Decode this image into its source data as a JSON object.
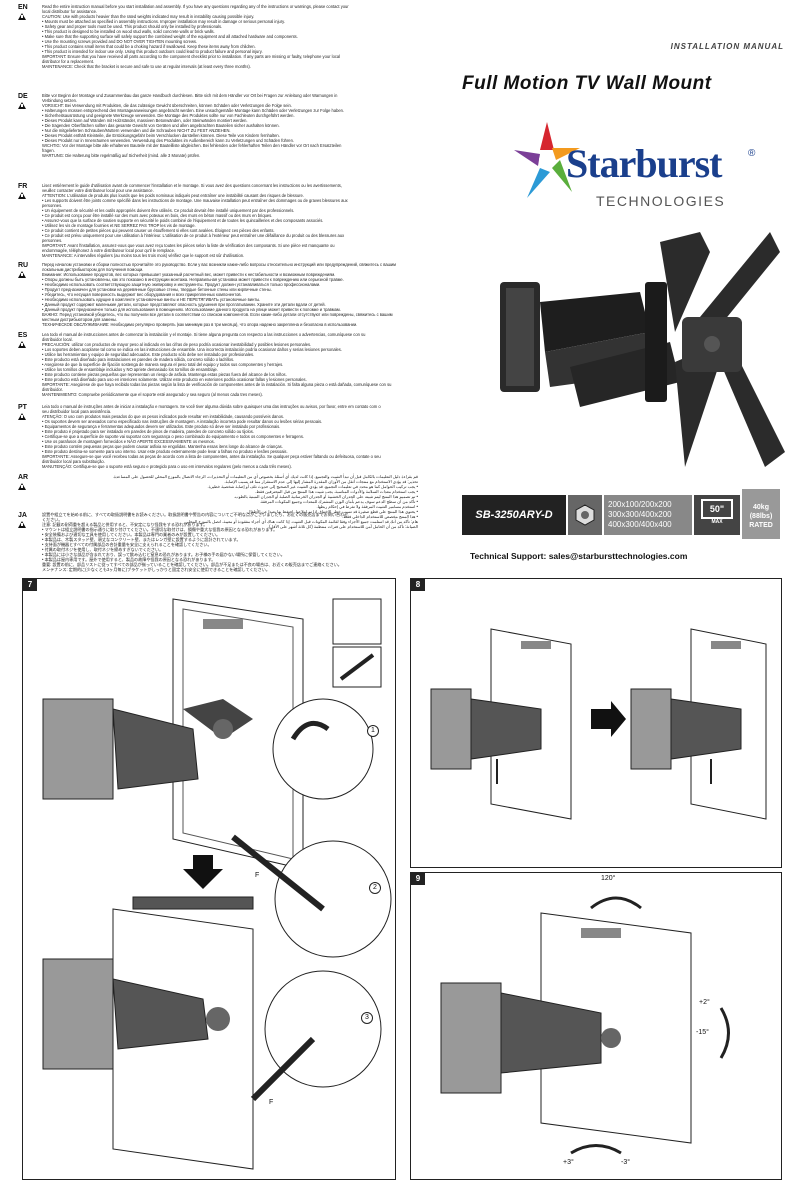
{
  "header": {
    "subtitle": "INSTALLATION MANUAL",
    "title": "Full Motion TV Wall Mount"
  },
  "brand": {
    "name": "Starburst",
    "registered": "®",
    "tagline": "TECHNOLOGIES",
    "colors": {
      "primary": "#1a3f8c",
      "star_red": "#d6262f",
      "star_green": "#5aae3c",
      "star_purple": "#7b3f98",
      "star_orange": "#f39a1e",
      "star_blue": "#2c9ad6"
    }
  },
  "specs": {
    "model": "SB-3250ARY-D",
    "vesa": [
      "200x100/200x200",
      "300x300/400x200",
      "400x300/400x400"
    ],
    "screen_size": "50\"",
    "screen_size_note": "MAX",
    "weight": [
      "40kg",
      "(88lbs)",
      "RATED"
    ]
  },
  "support": "Technical Support: sales@starbursttechnologies.com",
  "languages": [
    {
      "code": "EN",
      "lines": [
        "Read the entire instruction manual before you start installation and assembly. If you have any questions regarding any of the instructions or warnings, please contact your",
        "local distributor for assistance.",
        "CAUTION: Use with products heavier than the rated weights indicated may result in instability causing possible injury.",
        "• Mounts must be attached as specified in assembly instructions. Improper installation may result in damage or serious personal injury.",
        "• Safety gear and proper tools must be used. This product should only be installed by professionals.",
        "• This product is designed to be installed on wood stud walls, solid concrete walls or brick walls.",
        "• Make sure that the supporting surface will safely support the combined weight of the equipment and all attached hardware and components.",
        "• Use the mounting screws provided and DO NOT OVER TIGHTEN mounting screws.",
        "• This product contains small items that could be a choking hazard if swallowed. Keep these items away from children.",
        "• This product is intended for indoor use only. Using this product outdoors could lead to product failure and personal injury.",
        "IMPORTANT: Ensure that you have received all parts according to the component checklist prior to installation. If any parts are missing or faulty, telephone your local",
        "distributor for a replacement.",
        "MAINTENANCE: Check that the bracket is secure and safe to use at regular intervals (at least every three months)."
      ]
    },
    {
      "code": "DE",
      "lines": [
        "Bitte vor Beginn der Montage und Zusammenbau das ganze Handbuch durchlesen. Bitte sich mit dem Händler vor Ort bei Fragen zur Anleitung oder Warnungen in",
        "Verbindung setzen.",
        "VORSICHT: Bei Verwendung mit Produkten, die das zulässige Gewicht überschreiten, können Schäden oder Verletzungen die Folge sein.",
        "• Halterungen müssen entsprechend den Montageanweisungen angebracht werden. Eine unsachgemäße Montage kann Schäden oder Verletzungen zur Folge haben.",
        "• Sicherheitsausrüstung und geeignete Werkzeuge verwenden. Die Montage des Produktes sollte nur von Fachleuten durchgeführt werden.",
        "• Dieses Produkt kann auf Wänden mit Holzständer, massiven Betonwänden, oder Steinwänden montiert werden.",
        "• Die tragenden Oberflächen sollten das gesamte Gewicht von Geräten und allen angebrachten Bauteilen sicher aushalten können.",
        "• Nur die mitgelieferten Schrauben/Muttern verwenden und die Schrauben NICHT ZU FEST ANZIEHEN.",
        "• Dieses Produkt enthält Kleinteile, die Erstickungsgefahr beim Verschlucken darstellen können. Diese Teile von Kindern fernhalten.",
        "• Dieses Produkt nur in Innenräumen verwenden. Verwendung des Produktes im Außenbereich kann zu Verletzungen und Schäden führen.",
        "WICHTIG: Vor der Montage bitte alle erhaltenen Bauteile mit der Bauteilliste abgleichen. Bei fehlenden oder fehlerhaften Teilen den Händler vor Ort nach Ersatzteilen",
        "fragen.",
        "WARTUNG: Die Halterung bitte regelmäßig auf Sicherheit (mind. alle 3 Monate) prüfen."
      ]
    },
    {
      "code": "FR",
      "lines": [
        "Lisez entièrement le guide d'utilisation avant de commencer l'installation et le montage. Si vous avez des questions concernant les instructions ou les avertissements,",
        "veuillez contacter votre distributeur local pour une assistance.",
        "ATTENTION: L'utilisation de produits plus lourds que les poids nominaux indiqués peut entraîner une instabilité causant des risques de blessure.",
        "• Les supports doivent être joints comme spécifié dans les instructions de montage. Une mauvaise installation peut entraîner des dommages ou de graves blessures aux",
        "personnes.",
        "• Un équipement de sécurité et les outils appropriés doivent être utilisés. Ce produit devrait être installé uniquement par des professionnels.",
        "• Ce produit est conçu pour être installé sur des murs avec poteaux en bois, des murs en béton massif ou des murs en briques.",
        "• Assurez-vous que la surface de soutien supporte en sécurité le poids combiné de l'équipement et de toutes les quincailleries et des composants associés.",
        "• Utilisez les vis de montage fournies et NE SERREZ PAS TROP les vis de montage.",
        "• Ce produit contient de petites pièces qui peuvent causer un étouffement si elles sont avalées. Éloignez ces pièces des enfants.",
        "• Ce produit est prévu uniquement pour une utilisation à l'intérieur. L'utilisation de ce produit à l'extérieur peut entraîner une défaillance du produit ou des blessures aux",
        "personnes.",
        "IMPORTANT: Avant l'installation, assurez-vous que vous avez reçu toutes les pièces selon la liste de vérification des composants. Si une pièce est manquante ou",
        "endommagée, téléphonez à votre distributeur local pour qu'il le remplace.",
        "MAINTENANCE: A intervalles réguliers (au moins tous les trois mois) vérifiez que le support est sûr d'utilisation."
      ]
    },
    {
      "code": "RU",
      "lines": [
        "Перед началом установки и сборки полностью прочитайте это руководство. Если у вас возникли какие-либо вопросы относительно инструкций или предупреждений, свяжитесь с вашим",
        "локальным дистрибьютором для получения помощи.",
        "Внимание: Использование продуктов, вес которых превышает указанный расчетный вес, может привести к нестабильности и возможным повреждениям.",
        "• Опоры должны быть установлены, как это показано в инструкции монтажа. Неправильная установка может привести к повреждению или серьезной травме.",
        "• Необходимо использовать соответствующую защитную экипировку и инструменты. Продукт должен устанавливаться только профессионалами.",
        "• Продукт предназначен для установки на деревянные брусовые стены, твердые бетонные стены или кирпичные стены.",
        "• Убедитесь, что несущая поверхность выдержит вес оборудования и всех прикрепленных компонентов.",
        "• Необходимо использовать идущие в комплекте установочные винты и НЕ ПЕРЕТЯГИВАТЬ установочные винты.",
        "• Данный продукт содержит маленькие детали, которые представляют опасность удушения при проглатывании. Храните эти детали вдали от детей.",
        "• Данный продукт предназначен только для использования в помещениях. Использование данного продукта на улице может привести к поломке и травмам.",
        "ВАЖНО: Перед установкой убедитесь, что вы получили все детали в соответствии со списком компонентов. Если какие-либо детали отсутствуют или повреждены, свяжитесь с вашим",
        "местным дистрибьютором для замены.",
        "ТЕХНИЧЕСКОЕ ОБСЛУЖИВАНИЕ: Необходимо регулярно проверять (как минимум раз в три месяца), что опора надежно закреплена и безопасна в использовании."
      ]
    },
    {
      "code": "ES",
      "lines": [
        "Lea todo el manual de instrucciones antes de comenzar la instalación y el montaje. Si tiene alguna pregunta con respecto a las instrucciones o advertencias, comuníquese con su",
        "distribuidor local.",
        "PRECAUCIÓN: utilizar con productos de mayor peso al indicado en las cifras de peso podría ocasionar inestabilidad y posibles lesiones personales.",
        "• Los soportes deben acoplarse tal como se indica en las instrucciones de ensamble. Una incorrecta instalación podría ocasionar daños y serias lesiones personales.",
        "• Utilice las herramientas y equipo de seguridad adecuados. Este producto sólo debe ser instalado por profesionales.",
        "• Este producto está diseñado para instalaciones en paredes de madera sólida, concreto sólido o ladrillos.",
        "• Asegúrese de que la superficie de fijación sostenga de manera segura el peso total del equipo y todos sus componentes y herrajes.",
        "• Utilice los tornillos de ensamblaje incluidos y NO apriete demasiado los tornillos de ensamblaje.",
        "• Este producto contiene piezas pequeñas que representan un riesgo de asfixia. Mantenga estas piezas fuera del alcance de los niños.",
        "• Este producto está diseñado para uso en interiores solamente. Utilizar este producto en exteriores podría ocasionar fallas y lesiones personales.",
        "IMPORTANTE: Asegúrese de que haya recibido todas las piezas según la lista de verificación de componentes antes de la instalación. Si falta alguna pieza o está dañada, comuníquese con su",
        "distribuidor.",
        "MANTENIMIENTO: Compruebe periódicamente que el soporte esté asegurado y sea seguro (al menos cada tres meses)."
      ]
    },
    {
      "code": "PT",
      "lines": [
        "Leia todo o manual de instruções antes de iniciar a instalação e montagem. Se você tiver alguma dúvida sobre quaisquer uma das instruções ou avisos, por favor, entre em contato com o",
        "seu distribuidor local para assistência.",
        "ATENÇÃO: O uso com produtos mais pesados do que os pesos indicados pode resultar em instabilidade, causando possíveis danos.",
        "• Os suportes devem ser anexados como especificado nas instruções de montagem. A instalação incorreta pode resultar danos ou lesões sérias pessoais.",
        "• Equipamentos de segurança e ferramentas adequados devem ser utilizados. Este produto só deve ser instalado por profissionais.",
        "• Este produto é projetado para ser instalado em paredes de pinos de madeira, paredes de concreto sólido ou tijolos.",
        "• Certifique-se que a superfície de suporte vai suportar com segurança o peso combinado do equipamento e todos os componentes e ferragens.",
        "• Use os parafusos de montagem fornecidos e NÃO APERTE EXCESSIVAMENTE os mesmos.",
        "• Este produto contém pequenas peças que podem causar asfixia se engolidas. Mantenha essas itens longe do alcance de crianças.",
        "• Este produto destina-se somente para uso interno. Usar este produto externamente pode levar a falhas no produto e lesões pessoais.",
        "IMPORTANTE: Assegure-se que você recebeu todas as peças de acordo com a lista de componentes, antes da instalação. Se qualquer peça estiver faltando ou defeituosa, contate o seu",
        "distribuidor local para substituição.",
        "MANUTENÇÃO: Certifique-se que o suporte está seguro e protegido para o uso em intervalos regulares (pelo menos a cada três meses)."
      ]
    },
    {
      "code": "AR",
      "rtl": true,
      "lines": [
        "قم بقراءة دليل التعليمات بالكامل قبل أن تبدأ التثبيت والتجميع. إذا كانت لديك أي أسئلة بخصوص أي من التعليمات أو التحذيرات، الرجاء الاتصال بالموزع المحلي للحصول على المساعدة.",
        "تحذير: قد يؤدي الاستخدام مع منتجات أثقل من الأوزان المقدرة المشار إليها إلى عدم الاستقرار مما قد يسبب الإصابة.",
        "• يجب تركيب الحوامل كما هو محدد في تعليمات التجميع. قد يؤدي التثبيت غير الصحيح إلى حدوث تلف أو إصابة شخصية خطيرة.",
        "• يجب استخدام معدات السلامة والأدوات المناسبة. يجب تثبيت هذا المنتج من قبل المحترفين فقط.",
        "• تم تصميم هذا المنتج ليتم تثبيته على الجدران الخشبية أو الجدران الخرسانية الصلبة أو الجدران المبنية بالطوب.",
        "• تأكد من أن سطح الدعم سوف يدعم بأمان الوزن المشترك للمعدات وجميع المكونات المرفقة.",
        "• استخدم مسامير التثبيت المرفقة ولا تفرط في إحكام ربطها.",
        "• يحتوي هذا المنتج على قطع صغيرة قد تسبب خطر الاختناق إذا تم ابتلاعها. احتفظ بها بعيدا عن الأطفال.",
        "• هذا المنتج مخصص للاستخدام الداخلي فقط.",
        "هام: تأكد من أنك قد استلمت جميع الأجزاء وفقا لقائمة المكونات قبل التثبيت. إذا كانت هناك أي أجزاء مفقودة أو معيبة، اتصل بالموزع المحلي.",
        "الصيانة: تأكد من أن الحامل آمن للاستخدام على فترات منتظمة (كل ثلاثة أشهر على الأقل)."
      ]
    },
    {
      "code": "JA",
      "lines": [
        "設置や組立てを始める前に、すべての取扱説明書をお読みください。取扱説明書や警告の内容についてご不明な点がございましたら、お近くの販売店までお問い合わせ",
        "ください。",
        "注意: 記載の耐荷重を超える製品と併用すると、不安定になり怪我をする恐れがあります。",
        "• マウントは組立説明書の指示通りに取り付けてください。不適切な取付けは、損傷や重大な怪我の原因となる恐れがあります。",
        "• 安全装備および適切な工具を使用してください。本製品は専門の業者のみが設置してください。",
        "• 本製品は、木製スタッド壁、頑丈なコンクリート壁、またはレンガ壁に設置するように設計されています。",
        "• 支持面が機器とすべての付属部品の合計重量を安全に支えられることを確認してください。",
        "• 付属の取付ネジを使用し、取付ネジを締めすぎないでください。",
        "• 本製品には小さな部品が含まれており、誤って飲み込むと窒息の恐れがあります。お子様の手の届かない場所に保管してください。",
        "• 本製品は屋内専用です。屋外で使用すると、製品の故障や怪我の原因となる恐れがあります。",
        "重要: 設置の前に、部品リストに従ってすべての部品が揃っていることを確認してください。部品が不足または不良の場合は、お近くの販売店までご連絡ください。",
        "メンテナンス: 定期的に(少なくとも3ヶ月毎に)ブラケットがしっかりと固定され安全に使用できることを確認してください。"
      ]
    }
  ],
  "steps": [
    {
      "number": "7",
      "labels": [
        "1",
        "2",
        "3",
        "F",
        "F"
      ]
    },
    {
      "number": "8",
      "labels": []
    },
    {
      "number": "9",
      "labels": [
        "120°",
        "+2°",
        "-15°",
        "+3°",
        "-3°"
      ]
    }
  ]
}
